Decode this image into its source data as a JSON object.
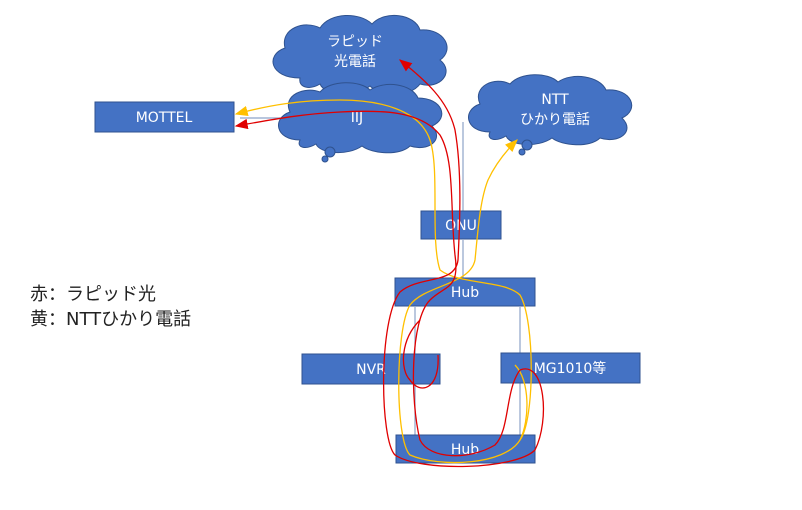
{
  "clouds": {
    "rapid": {
      "line1": "ラピッド",
      "line2": "光電話"
    },
    "iij": {
      "label": "IIJ"
    },
    "ntt": {
      "line1": "NTT",
      "line2": "ひかり電話"
    }
  },
  "nodes": {
    "mottel": "MOTTEL",
    "onu": "ONU",
    "hub_top": "Hub",
    "nvr": "NVR",
    "mg": "MG1010等",
    "hub_bottom": "Hub"
  },
  "legend": {
    "red": "赤：ラピッド光",
    "yellow": "黄：NTTひかり電話"
  },
  "colors": {
    "box_fill": "#4472C4",
    "box_stroke": "#2F528F",
    "red_line": "#E00000",
    "yellow_line": "#FFC000",
    "connector": "#8EA3C9"
  }
}
